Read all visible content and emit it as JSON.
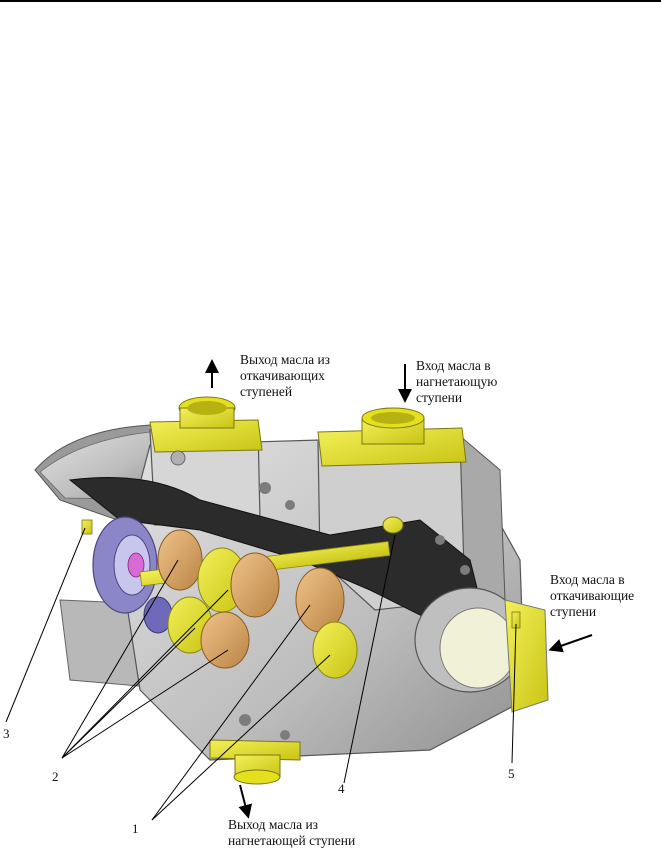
{
  "labels": {
    "outlet_scavenge": "Выход масла из\nоткачивающих\nступеней",
    "inlet_pressure": "Вход масла в\nнагнетающую\nступени",
    "inlet_scavenge": "Вход масла в\nоткачивающие\nступени",
    "outlet_pressure": "Выход масла из\nнагнетающей ступени"
  },
  "callouts": [
    "1",
    "2",
    "3",
    "4",
    "5"
  ],
  "colors": {
    "casing": "#c9c9c9",
    "casing_dark": "#8c8c8c",
    "section": "#2a2a2a",
    "flange": "#e6e21c",
    "gear": "#d9a66b",
    "bearing": "#8a86c8"
  }
}
